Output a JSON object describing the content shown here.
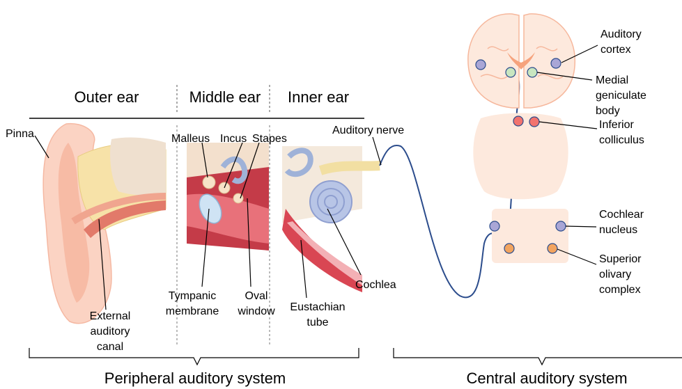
{
  "sections": {
    "outer": "Outer ear",
    "middle": "Middle ear",
    "inner": "Inner ear"
  },
  "labels": {
    "pinna": "Pinna",
    "malleus": "Malleus",
    "incus": "Incus",
    "stapes": "Stapes",
    "auditory_nerve": "Auditory nerve",
    "tympanic_1": "Tympanic",
    "tympanic_2": "membrane",
    "oval_1": "Oval",
    "oval_2": "window",
    "eustachian_1": "Eustachian",
    "eustachian_2": "tube",
    "cochlea": "Cochlea",
    "external_1": "External",
    "external_2": "auditory",
    "external_3": "canal",
    "auditory_cortex_1": "Auditory",
    "auditory_cortex_2": "cortex",
    "medial_1": "Medial",
    "medial_2": "geniculate",
    "medial_3": "body",
    "inferior_1": "Inferior",
    "inferior_2": "colliculus",
    "cochlear_1": "Cochlear",
    "cochlear_2": "nucleus",
    "superior_1": "Superior",
    "superior_2": "olivary",
    "superior_3": "complex"
  },
  "systems": {
    "peripheral": "Peripheral auditory system",
    "central": "Central auditory system"
  },
  "colors": {
    "pathway": "#2b4c8c",
    "nucleus_purple": "#a9a6d6",
    "nucleus_green": "#c8e6c0",
    "nucleus_red": "#f2736e",
    "nucleus_orange": "#f2a45f",
    "brain_fill": "#fde9dd",
    "brain_stroke": "#f6b79c"
  }
}
